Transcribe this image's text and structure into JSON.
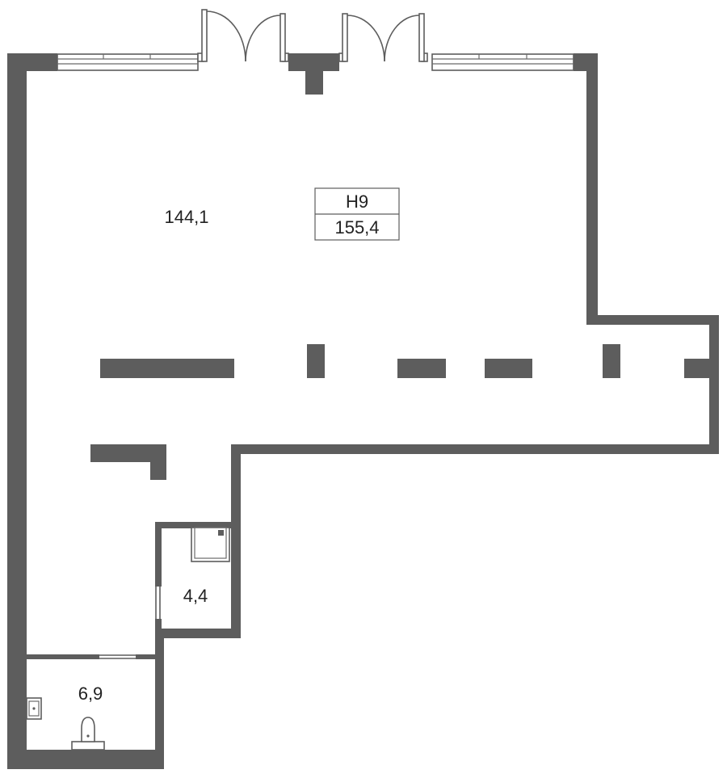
{
  "plan": {
    "unit_id": "Н9",
    "total_area": "155,4",
    "rooms": [
      {
        "key": "main-hall",
        "area": "144,1"
      },
      {
        "key": "utility-room",
        "area": "4,4"
      },
      {
        "key": "bathroom",
        "area": "6,9"
      }
    ]
  },
  "colors": {
    "wall": "#5d5d5d",
    "background": "#ffffff",
    "text": "#222222"
  },
  "icons": [
    "door-swing-icon",
    "window-icon",
    "column-icon",
    "sink-icon",
    "toilet-icon",
    "shower-icon"
  ]
}
